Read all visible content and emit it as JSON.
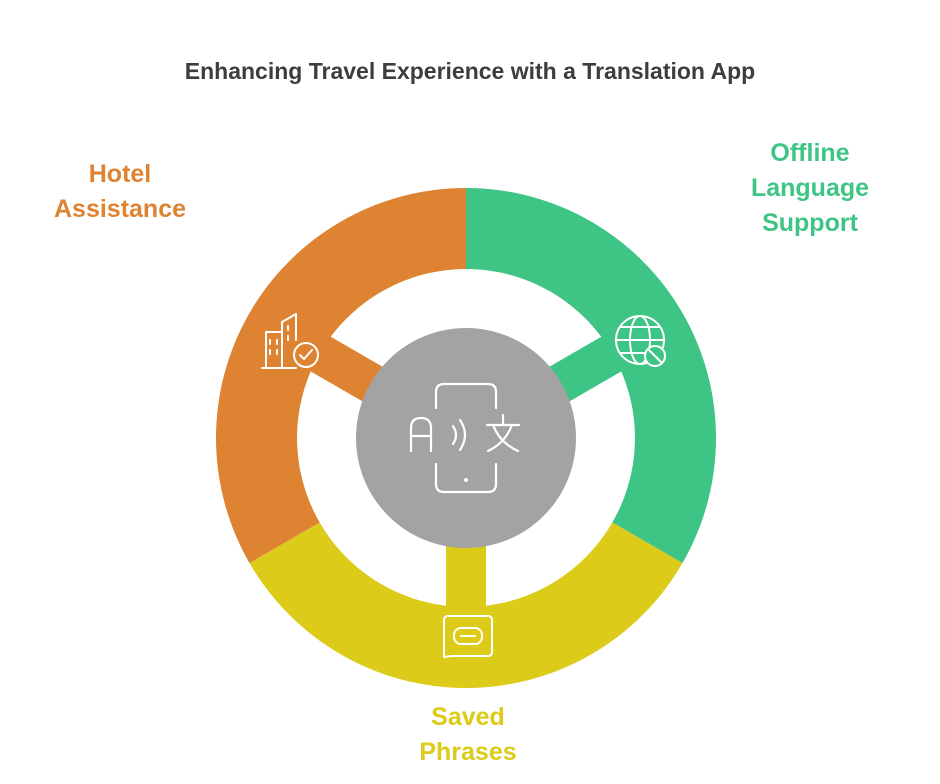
{
  "title": "Enhancing Travel Experience with a Translation App",
  "colors": {
    "offline": "#3ec484",
    "hotel": "#dd8331",
    "saved": "#dccb18",
    "center": "#a3a3a3",
    "icon_stroke": "#ffffff"
  },
  "segments": [
    {
      "key": "offline",
      "label": "Offline\nLanguage\nSupport",
      "icon": "globe-offline-icon"
    },
    {
      "key": "hotel",
      "label": "Hotel\nAssistance",
      "icon": "hotel-check-icon"
    },
    {
      "key": "saved",
      "label": "Saved\nPhrases",
      "icon": "saved-phrases-chat-icon"
    }
  ],
  "center": {
    "icon": "phone-translate-icon"
  }
}
